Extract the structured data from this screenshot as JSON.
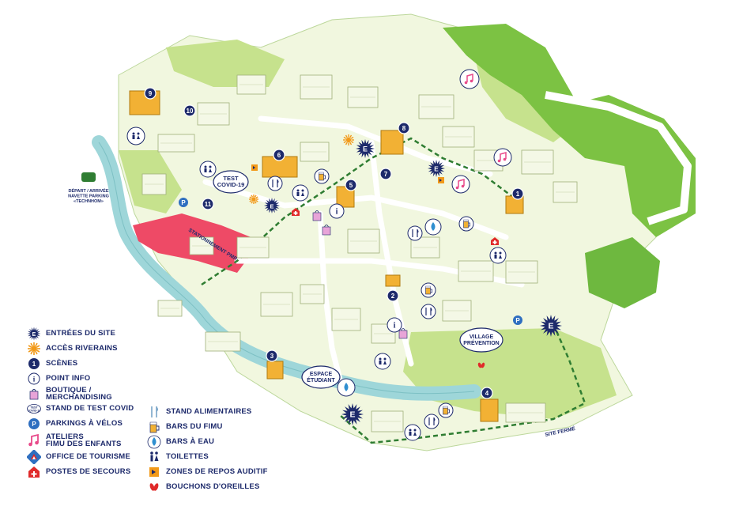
{
  "colors": {
    "ink": "#1d2a6b",
    "park": "#c6e28d",
    "forest": "#7cc243",
    "river": "#9ed6d9",
    "parking_zone": "#ee4a66",
    "stage_badge": "#1d2a6b",
    "building": "#f4f8e6",
    "scene_building": "#f2b134",
    "footpath": "#ffffff",
    "perimeter": "#2f7d32"
  },
  "map": {
    "navette_label": "DÉPART / ARRIVÉE\nNAVETTE PARKING\n«TECHNHOM»",
    "covid_label": "TEST\nCOVID-19",
    "stationnement_label": "STATIONNEMENT PMR",
    "village_label": "VILLAGE\nPRÉVENTION",
    "espace_label": "ESPACE\nÉTUDIANT",
    "site_ferme_label": "SITE FERMÉ",
    "entry_letter": "E",
    "info_letter": "i",
    "scenes": [
      "1",
      "2",
      "3",
      "4",
      "5",
      "6",
      "7",
      "8",
      "9",
      "10",
      "11"
    ]
  },
  "legend": [
    {
      "icon": "entry-burst-icon",
      "label": "ENTRÉES DU SITE"
    },
    {
      "icon": "resident-access-icon",
      "label": "ACCÈS RIVERAINS"
    },
    {
      "icon": "stage-number-icon",
      "label": "SCÈNES",
      "badge": "1"
    },
    {
      "icon": "info-point-icon",
      "label": "POINT INFO",
      "badge": "i"
    },
    {
      "icon": "shopping-bag-icon",
      "label": "BOUTIQUE / MERCHANDISING"
    },
    {
      "icon": "covid-test-icon",
      "label": "STAND DE TEST COVID",
      "badge": "TEST\nCOVID-19"
    },
    {
      "icon": "bike-parking-icon",
      "label": "PARKINGS À VÉLOS",
      "badge": "P"
    },
    {
      "icon": "music-note-icon",
      "label": "ATELIERS\nFIMU DES ENFANTS"
    },
    {
      "icon": "tourism-office-icon",
      "label": "OFFICE DE TOURISME"
    },
    {
      "icon": "first-aid-icon",
      "label": "POSTES DE SECOURS"
    }
  ],
  "legend2": [
    {
      "icon": "food-stand-icon",
      "label": "STAND ALIMENTAIRES"
    },
    {
      "icon": "bar-beer-icon",
      "label": "BARS DU FIMU"
    },
    {
      "icon": "water-drop-icon",
      "label": "BARS À EAU"
    },
    {
      "icon": "toilets-icon",
      "label": "TOILETTES"
    },
    {
      "icon": "quiet-zone-icon",
      "label": "ZONES DE REPOS AUDITIF"
    },
    {
      "icon": "earplugs-icon",
      "label": "BOUCHONS D'OREILLES"
    }
  ]
}
